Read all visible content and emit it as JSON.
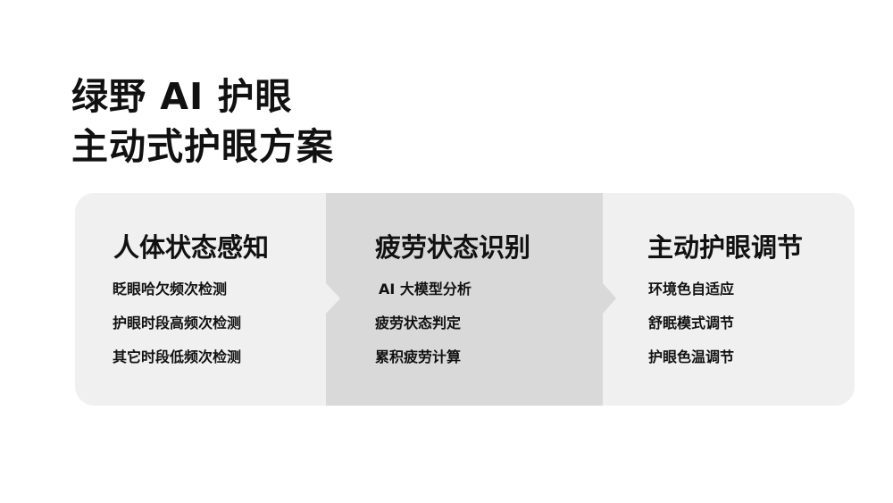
{
  "title": {
    "line1": "绿野 AI 护眼",
    "line2": "主动式护眼方案"
  },
  "colors": {
    "background": "#ffffff",
    "panel_light": "#f0f0f0",
    "panel_mid": "#d9d9d9",
    "text": "#111111"
  },
  "steps": [
    {
      "heading": "人体状态感知",
      "items": [
        "眨眼哈欠频次检测",
        "护眼时段高频次检测",
        "其它时段低频次检测"
      ]
    },
    {
      "heading": "疲劳状态识别",
      "items": [
        "AI 大模型分析",
        "疲劳状态判定",
        "累积疲劳计算"
      ]
    },
    {
      "heading": "主动护眼调节",
      "items": [
        "环境色自适应",
        "舒眠模式调节",
        "护眼色温调节"
      ]
    }
  ],
  "arrows": [
    "arrow-right-icon",
    "arrow-right-icon"
  ]
}
